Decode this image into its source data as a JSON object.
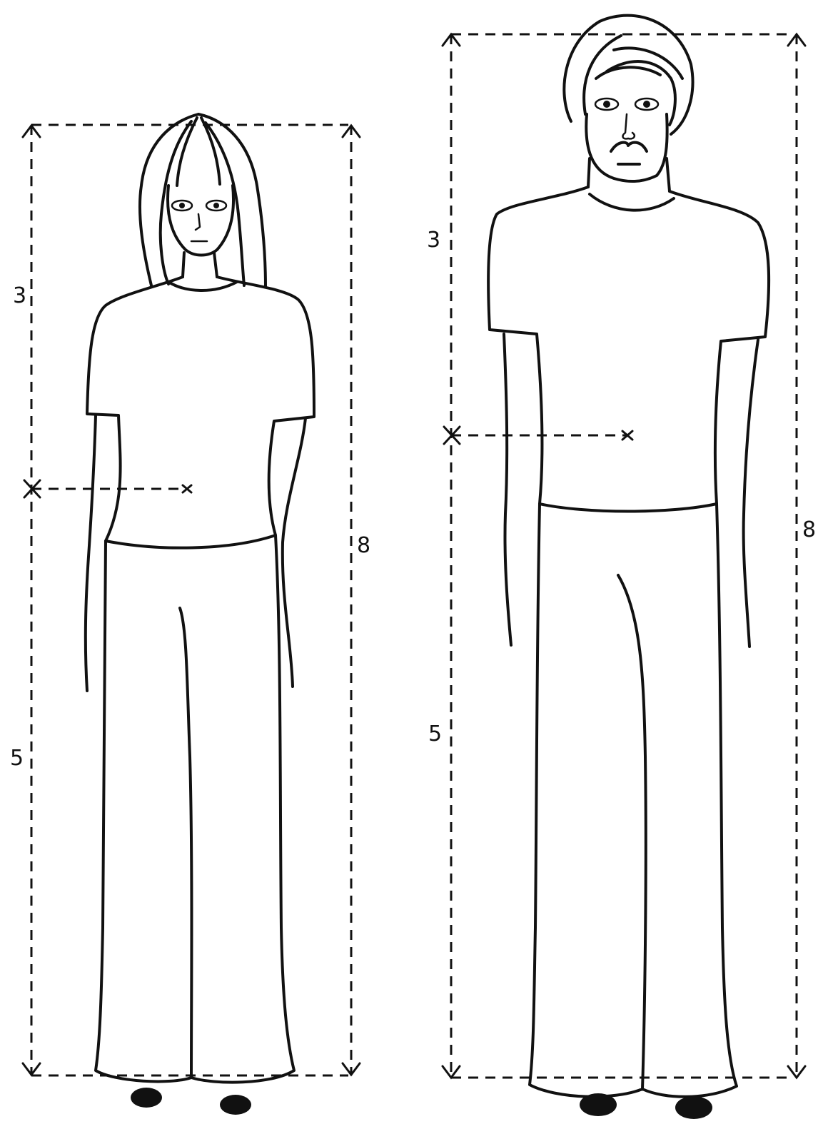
{
  "figures": [
    {
      "id": "woman",
      "labels": {
        "upper": "3",
        "lower": "5",
        "total": "8"
      },
      "ratio_upper": 3,
      "ratio_lower": 5,
      "ratio_total": 8
    },
    {
      "id": "man",
      "labels": {
        "upper": "3",
        "lower": "5",
        "total": "8"
      },
      "ratio_upper": 3,
      "ratio_lower": 5,
      "ratio_total": 8
    }
  ],
  "colors": {
    "ink": "#111111",
    "paper": "#ffffff"
  }
}
